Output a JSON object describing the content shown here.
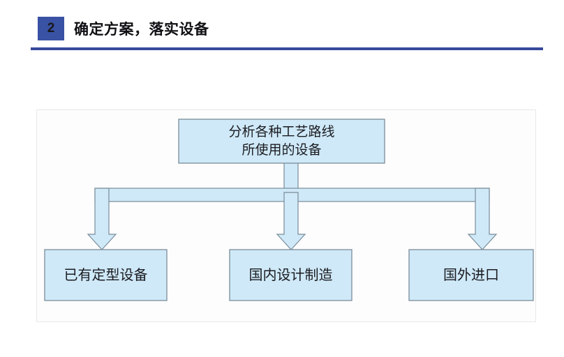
{
  "header": {
    "step_number": "2",
    "title": "确定方案，落实设备",
    "badge_color": "#3a52a4",
    "rule_color": "#37499a"
  },
  "diagram": {
    "type": "flowchart",
    "box_fill": "#cfe9f8",
    "box_border": "#7a8c99",
    "arrow_fill": "#cfe9f8",
    "arrow_border": "#7a8c99",
    "panel_background": "#fdfdfd",
    "root": {
      "name": "analyze-process-routes",
      "lines": [
        "分析各种工艺路线",
        "所使用的设备"
      ]
    },
    "connector": {
      "name": "distribution-bar",
      "shape": "horizontal-bar"
    },
    "leaves": [
      {
        "name": "existing-standard-equipment",
        "lines": [
          "已有定型设备"
        ]
      },
      {
        "name": "domestic-design-manufacture",
        "lines": [
          "国内设计制造"
        ]
      },
      {
        "name": "foreign-import",
        "lines": [
          "国外进口"
        ]
      }
    ],
    "arrows": [
      {
        "name": "arrow-to-existing-equipment"
      },
      {
        "name": "arrow-to-domestic-manufacture"
      },
      {
        "name": "arrow-to-foreign-import"
      }
    ]
  }
}
